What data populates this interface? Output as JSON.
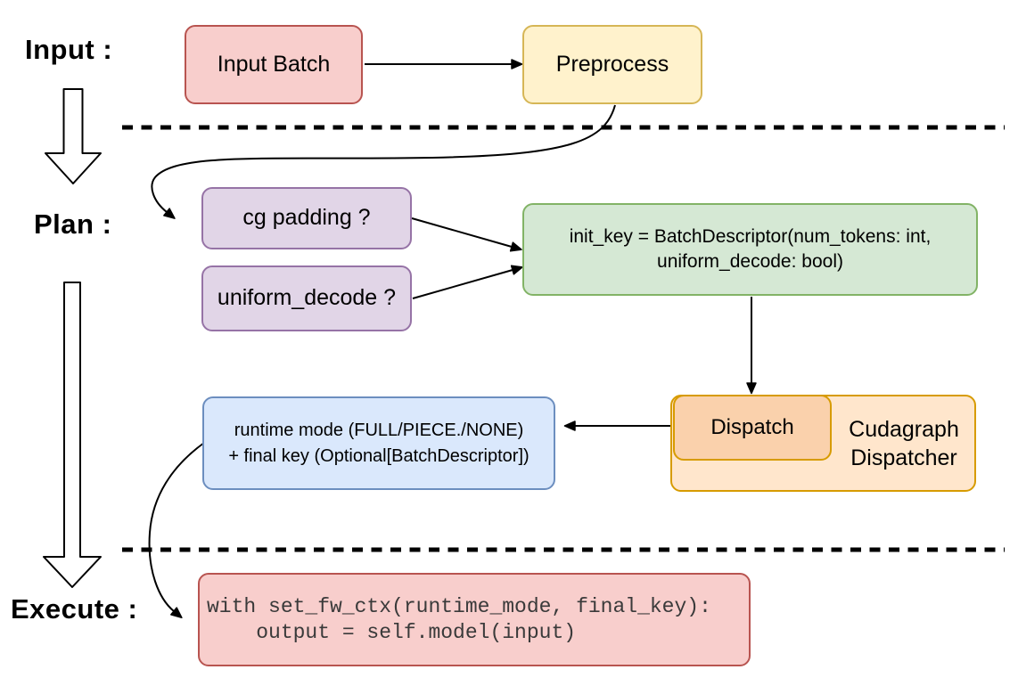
{
  "sections": {
    "input_label": "Input :",
    "plan_label": "Plan :",
    "execute_label": "Execute :"
  },
  "nodes": {
    "input_batch": "Input Batch",
    "preprocess": "Preprocess",
    "cg_padding": "cg padding ?",
    "uniform_decode": "uniform_decode ?",
    "init_key_line1": "init_key = BatchDescriptor(num_tokens: int,",
    "init_key_line2": "uniform_decode: bool)",
    "dispatch": "Dispatch",
    "dispatcher_line1": "Cudagraph",
    "dispatcher_line2": "Dispatcher",
    "runtime_line1": "runtime mode (FULL/PIECE./NONE)",
    "runtime_line2": "+ final key (Optional[BatchDescriptor])",
    "code_line1": "with set_fw_ctx(runtime_mode, final_key):",
    "code_line2": "    output = self.model(input)"
  },
  "colors": {
    "red_fill": "#F8CECC",
    "red_stroke": "#B85450",
    "yellow_fill": "#FFF2CC",
    "yellow_stroke": "#D6B656",
    "purple_fill": "#E1D5E7",
    "purple_stroke": "#9673A6",
    "green_fill": "#D5E8D4",
    "green_stroke": "#82B366",
    "orange_fill": "#FFE6CC",
    "orange_inner_fill": "#FAD1AC",
    "orange_stroke": "#D79B00",
    "blue_fill": "#DAE8FC",
    "blue_stroke": "#6C8EBF",
    "connector": "#000000",
    "code_text": "#3A3A3A"
  }
}
